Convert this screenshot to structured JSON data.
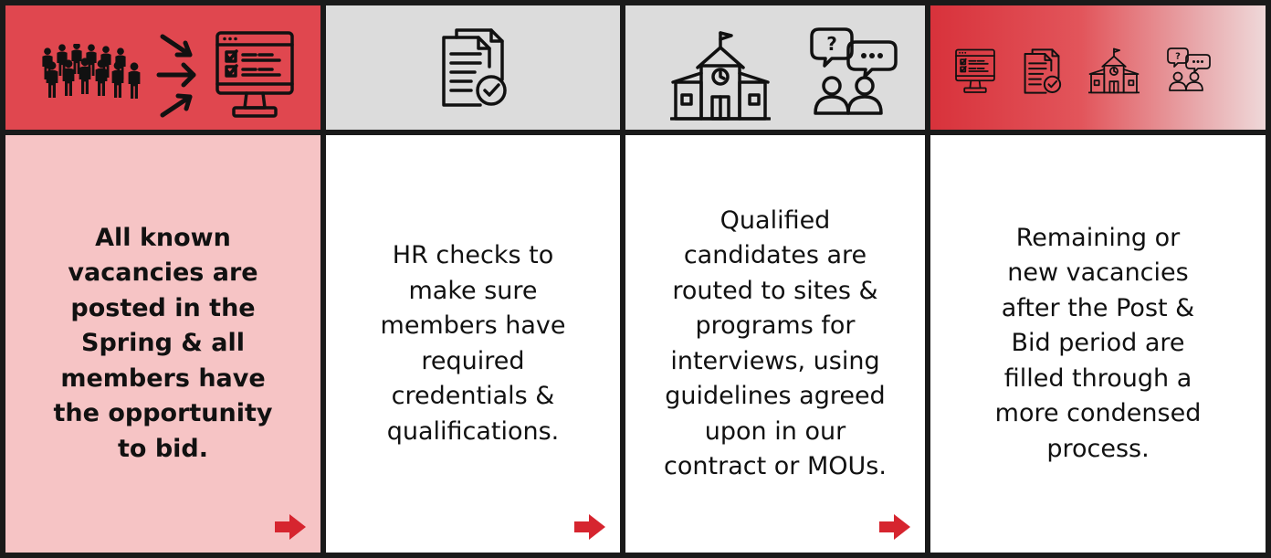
{
  "steps": [
    {
      "text": "All known\nvacancies are\nposted in the\nSpring & all\nmembers have\nthe opportunity\nto bid.",
      "icons": [
        "people-group-icon",
        "arrows-icon",
        "computer-checklist-icon"
      ],
      "colors": {
        "header": "#e0474f",
        "body": "#f6c4c5"
      }
    },
    {
      "text": "HR checks to\nmake sure\nmembers have\nrequired\ncredentials &\nqualifications.",
      "icons": [
        "document-check-icon"
      ],
      "colors": {
        "header": "#dcdcdc",
        "body": "#ffffff"
      }
    },
    {
      "text": "Qualified\ncandidates are\nrouted to sites &\nprograms for\ninterviews, using\nguidelines agreed\nupon in our\ncontract or MOUs.",
      "icons": [
        "school-building-icon",
        "interview-chat-icon"
      ],
      "colors": {
        "header": "#dcdcdc",
        "body": "#ffffff"
      }
    },
    {
      "text": "Remaining or\nnew vacancies\nafter the Post &\nBid period are\nfilled through a\nmore condensed\nprocess.",
      "icons": [
        "computer-checklist-icon",
        "document-check-icon",
        "school-building-icon",
        "interview-chat-icon"
      ],
      "colors": {
        "header": "#d8323b",
        "body": "#ffffff"
      }
    }
  ],
  "connector_icon": "right-arrow-icon",
  "colors": {
    "accent": "#d6252f",
    "border": "#1a1a1a",
    "text": "#111111"
  }
}
